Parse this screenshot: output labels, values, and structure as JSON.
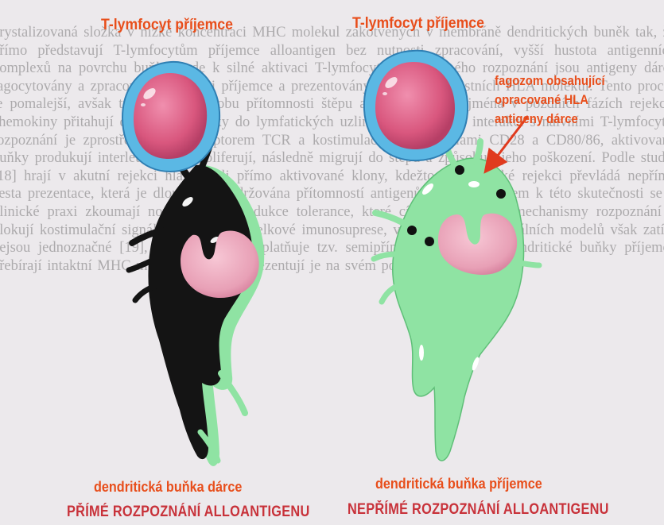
{
  "labels": {
    "recipient_tcell_left": "T-lymfocyt příjemce",
    "recipient_tcell_right": "T-lymfocyt příjemce",
    "phagosome": [
      "fagozom obsahující",
      "opracované HLA",
      "antigeny dárce"
    ],
    "donor_dc": "dendritická buňka dárce",
    "recipient_dc": "dendritická buňka příjemce",
    "direct_recognition": "PŘÍMÉ ROZPOZNÁNÍ ALLOANTIGENU",
    "indirect_recognition": "NEPŘÍMÉ ROZPOZNÁNÍ ALLOANTIGENU"
  },
  "colors": {
    "label_orange": "#e84e1b",
    "label_red": "#c8323a",
    "tcell_membrane": "#5bb8e4",
    "tcell_nucleus": "#d9577e",
    "donor_dc_body": "#141414",
    "recipient_dc_body": "#8fe3a3",
    "dc_nucleus": "#e8a0b6",
    "phagosome_dot": "#111111",
    "arrow": "#e03a1e"
  },
  "background_text": "krystalizovaná složka v nízké koncentraci MHC molekul zakotvených v membráně dendritických buněk tak, že přímo představují T-lymfocytům příjemce alloantigen bez nutnosti zpracování, vyšší hustota antigenních komplexů na povrchu buňky vede k silné aktivaci T-lymfocytů, u nepřímého rozpoznání jsou antigeny dárce fagocytovány a zpracovány buňkami příjemce a prezentovány v kontextu vlastních HLA molekul. Tento proces je pomalejší, avšak trvá po celou dobu přítomnosti štěpu a uplatňuje se zejména v pozdních fázích rejekce, chemokiny přitahují dendritické buňky do lymfatických uzlin, kde dochází k interakci s naivními T-lymfocyty, rozpoznání je zprostředkováno receptorem TCR a kostimulačními molekulami CD28 a CD80/86, aktivované buňky produkují interleukin 2 a proliferují, následně migrují do štěpu a způsobují jeho poškození. Podle studie [18] hrají v akutní rejekci hlavní roli přímo aktivované klony, kdežto v chronické rejekci převládá nepřímá cesta prezentace, která je dlouhodobě udržována přítomností antigenů dárce. Vzhledem k této skutečnosti se v klinické praxi zkoumají nové strategie indukce tolerance, které cílí na jednotlivé mechanismy rozpoznání a blokují kostimulační signály bez nutnosti celkové imunosuprese, výsledky experimentálních modelů však zatím nejsou jednoznačné [19], kromě toho se uplatňuje tzv. semipřímá cesta, při níž dendritické buňky příjemce přebírají intaktní MHC molekuly dárce a prezentují je na svém povrchu."
}
